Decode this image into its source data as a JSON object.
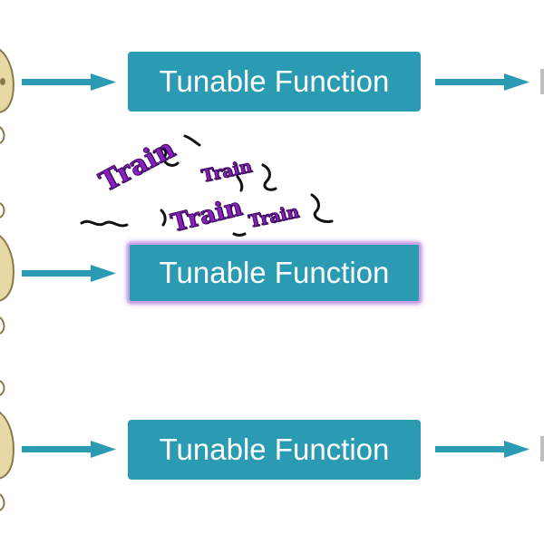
{
  "diagram": {
    "rows": [
      {
        "box_label": "Tunable Function",
        "highlighted": false,
        "has_output_arrow": true
      },
      {
        "box_label": "Tunable Function",
        "highlighted": true,
        "has_output_arrow": false
      },
      {
        "box_label": "Tunable Function",
        "highlighted": false,
        "has_output_arrow": true
      }
    ],
    "train_words": [
      "Train",
      "Train",
      "Train",
      "Train"
    ],
    "colors": {
      "box_fill": "#2b9bb3",
      "box_text": "#ffffff",
      "arrow": "#2b9bb3",
      "glow": "#c9a3e6",
      "train_text": "#8a1fc0",
      "input_shape_fill": "#e6d9a6",
      "input_shape_stroke": "#8a7a4a"
    }
  }
}
